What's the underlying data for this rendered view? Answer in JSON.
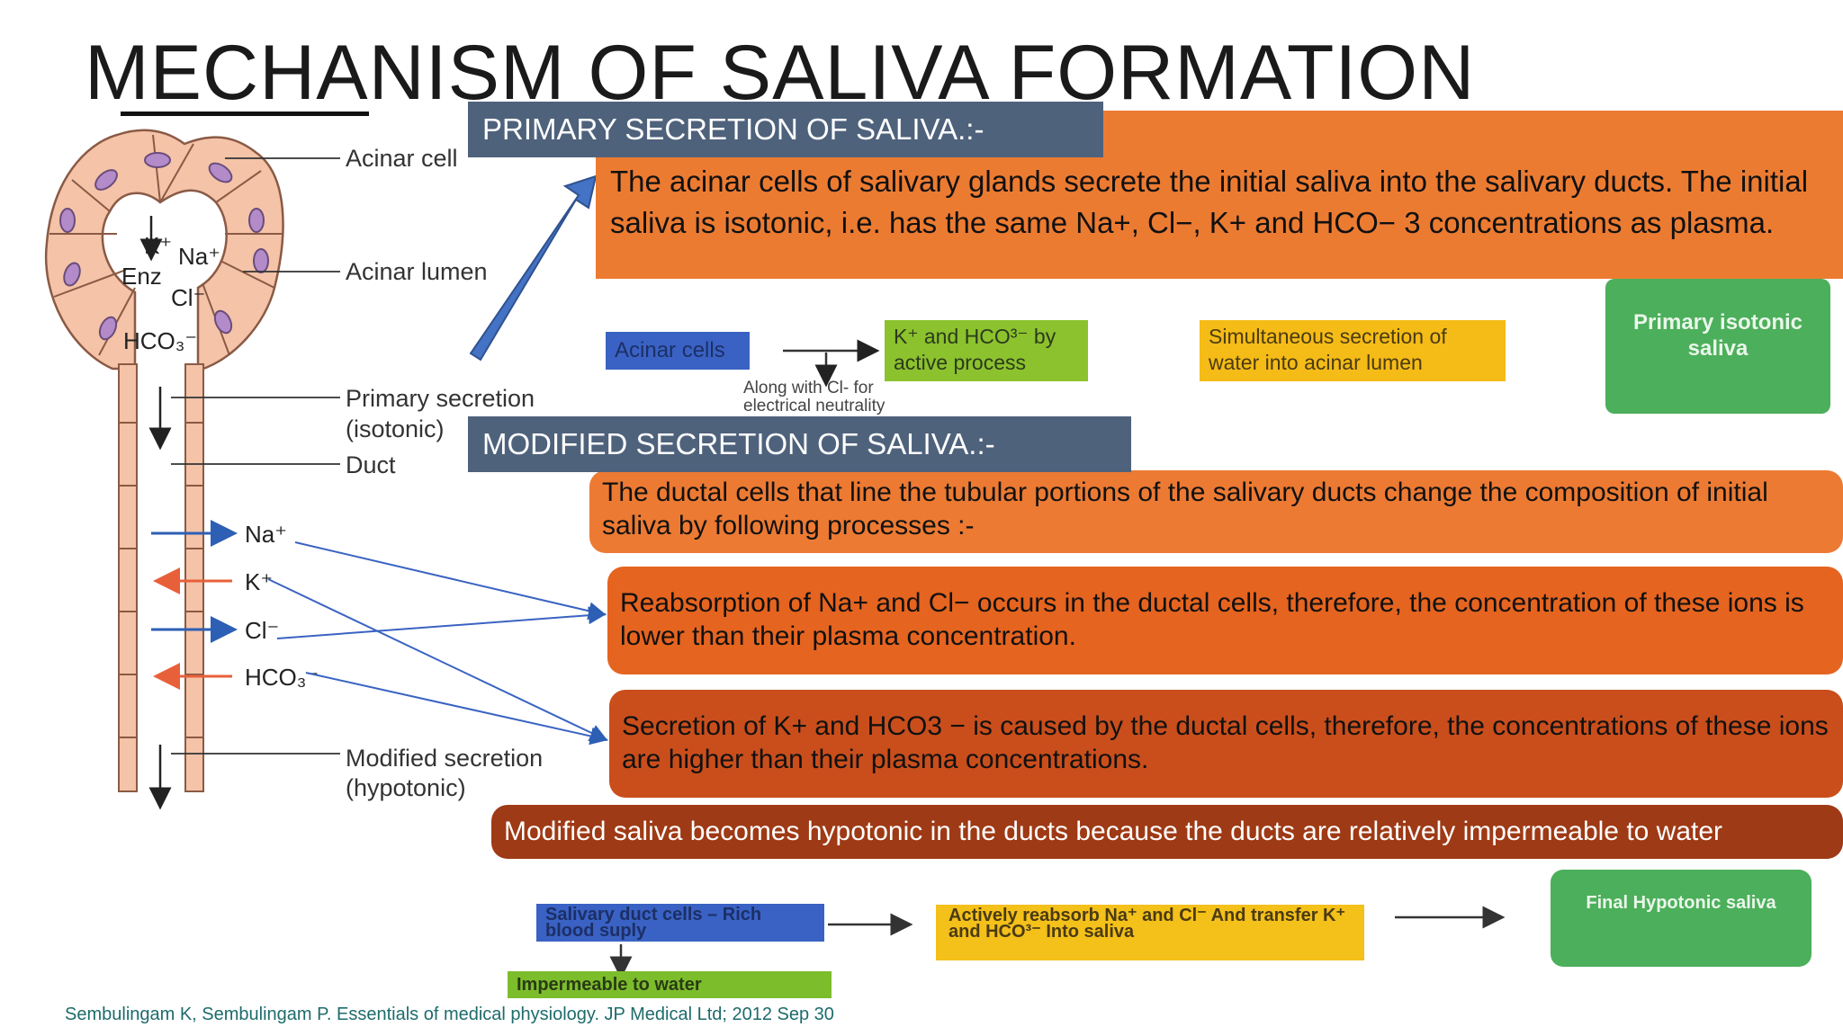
{
  "title": "MECHANISM OF SALIVA FORMATION",
  "primary": {
    "header": "PRIMARY SECRETION OF SALIVA.:-",
    "text": "The acinar cells of salivary glands secrete the initial saliva into the salivary ducts. The initial saliva is isotonic, i.e. has the same Na+, Cl−, K+ and HCO− 3 concentrations as plasma.",
    "flow": {
      "acinar_cells": "Acinar cells",
      "khco_active": "K⁺ and HCO³⁻ by active process",
      "note": "Along with Cl- for electrical neutrality",
      "water_secretion": "Simultaneous secretion of water into acinar lumen",
      "result": "Primary isotonic saliva"
    }
  },
  "modified": {
    "header": "MODIFIED SECRETION OF SALIVA.:-",
    "intro": "The ductal cells that line the tubular portions of the salivary ducts change the composition of initial saliva by following processes :-",
    "reabsorption": "Reabsorption of Na+ and Cl− occurs in the ductal cells, therefore, the concentration of these ions is lower than their plasma concentration.",
    "secretion": " Secretion of K+ and HCO3 − is caused by the ductal cells, therefore, the concentrations of these ions are higher than their plasma concentrations.",
    "hypotonic": "Modified saliva becomes hypotonic in the ducts because the ducts are relatively impermeable to water",
    "flow": {
      "duct_cells": "Salivary duct cells – Rich blood suply",
      "impermeable": "Impermeable to water",
      "reabsorb": "Actively reabsorb Na⁺ and Cl⁻ And transfer K⁺ and HCO³⁻ Into saliva",
      "result": "Final Hypotonic saliva"
    }
  },
  "diagram": {
    "labels": {
      "acinar_cell": "Acinar cell",
      "acinar_lumen": "Acinar lumen",
      "primary_secretion": "Primary secretion",
      "isotonic": "(isotonic)",
      "duct": "Duct",
      "modified_secretion": "Modified secretion",
      "hypotonic": "(hypotonic)"
    },
    "ions": {
      "k": "K⁺",
      "na": "Na⁺",
      "enz": "Enz",
      "cl": "Cl⁻",
      "hco3": "HCO₃⁻",
      "duct_na": "Na⁺",
      "duct_k": "K⁺",
      "duct_cl": "Cl⁻",
      "duct_hco3": "HCO₃⁻"
    },
    "colors": {
      "cell_fill": "#f4c3a8",
      "nucleus": "#b38bc9",
      "reabsorb_arrow": "#2d5fb4",
      "secrete_arrow": "#e8603a"
    }
  },
  "citation": "Sembulingam K, Sembulingam P. Essentials of medical physiology. JP Medical Ltd; 2012 Sep 30"
}
